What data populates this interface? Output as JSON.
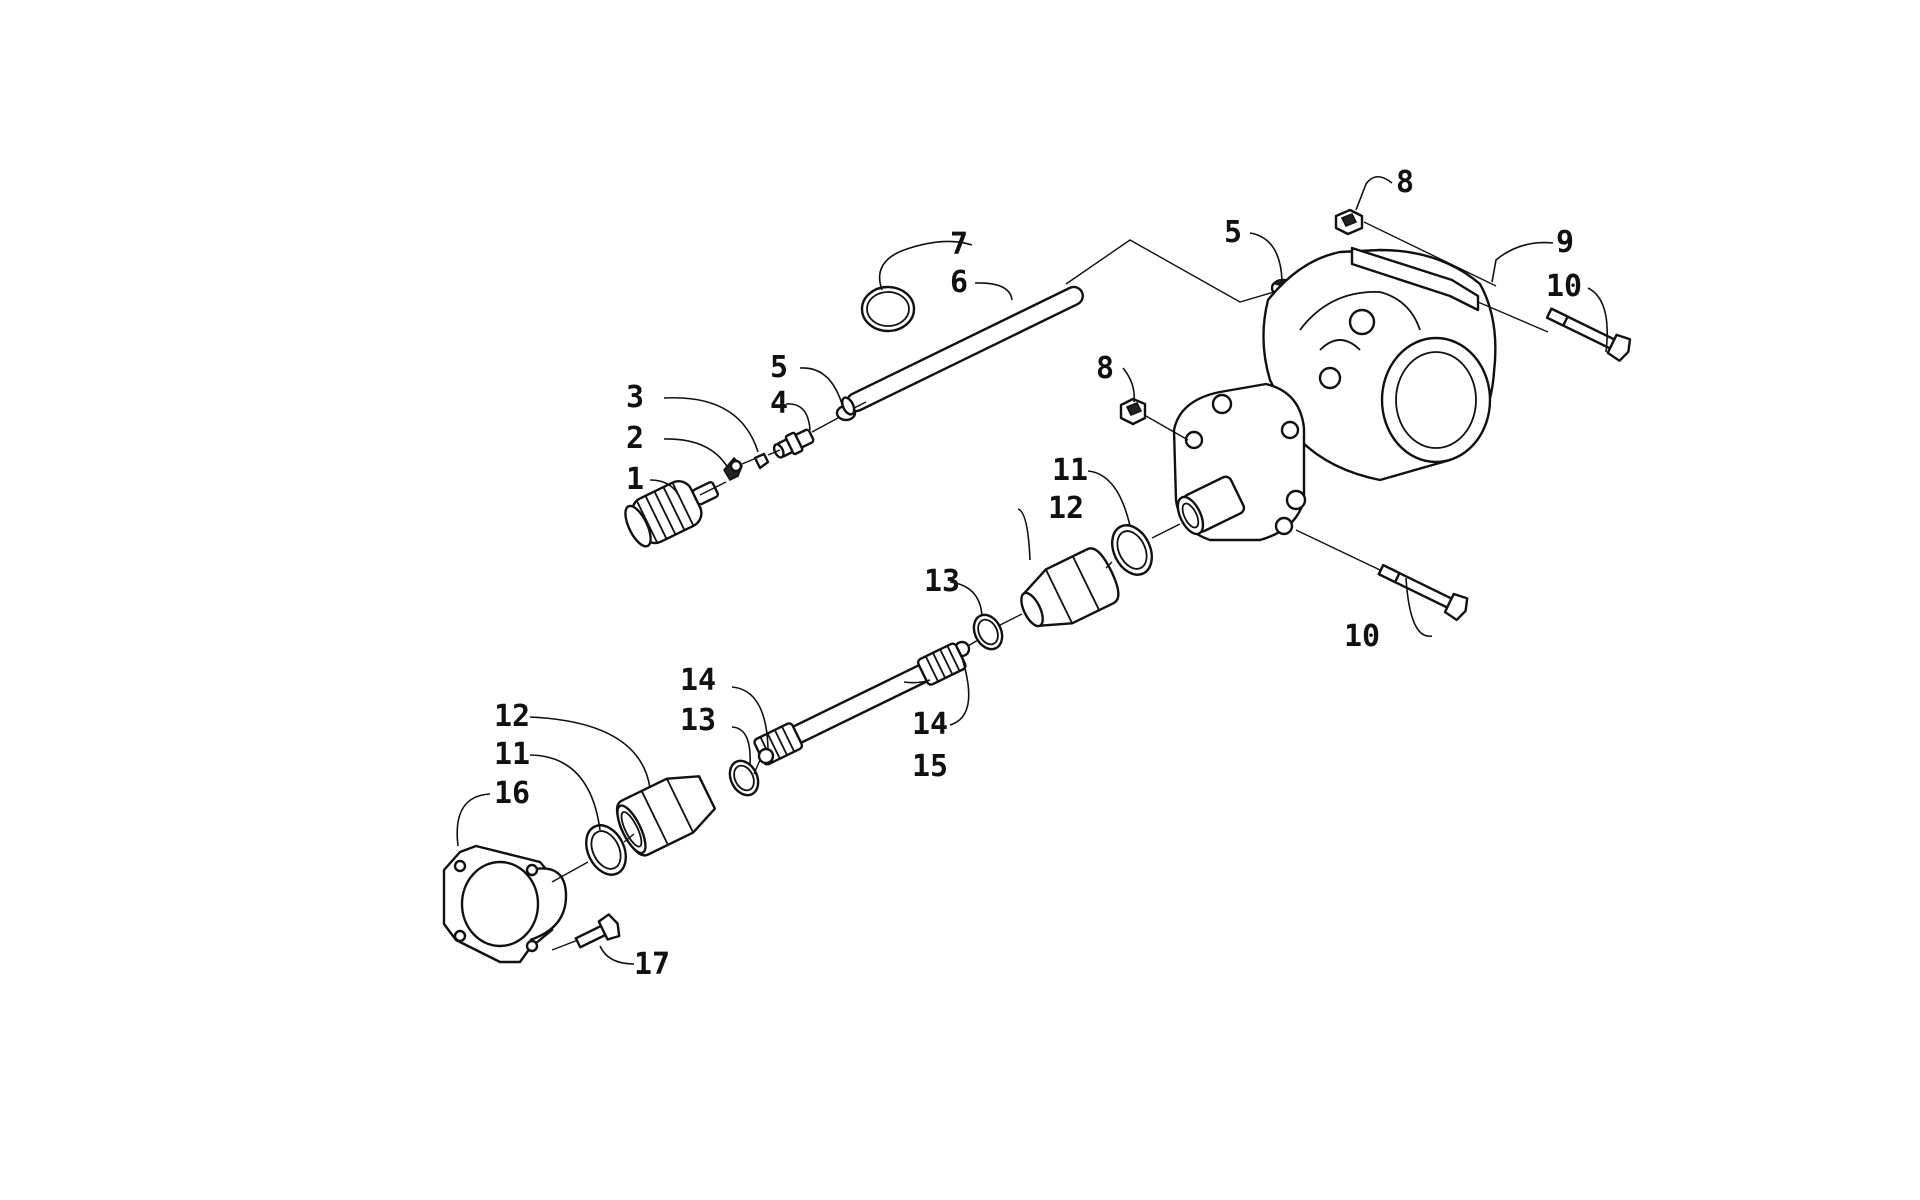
{
  "colors": {
    "background": "#ffffff",
    "ink": "#111111"
  },
  "callouts": [
    {
      "id": "c1",
      "label": "1"
    },
    {
      "id": "c2",
      "label": "2"
    },
    {
      "id": "c3",
      "label": "3"
    },
    {
      "id": "c4",
      "label": "4"
    },
    {
      "id": "c5a",
      "label": "5"
    },
    {
      "id": "c6",
      "label": "6"
    },
    {
      "id": "c7",
      "label": "7"
    },
    {
      "id": "c5b",
      "label": "5"
    },
    {
      "id": "c8a",
      "label": "8"
    },
    {
      "id": "c9",
      "label": "9"
    },
    {
      "id": "c10a",
      "label": "10"
    },
    {
      "id": "c8b",
      "label": "8"
    },
    {
      "id": "c11a",
      "label": "11"
    },
    {
      "id": "c12a",
      "label": "12"
    },
    {
      "id": "c13a",
      "label": "13"
    },
    {
      "id": "c10b",
      "label": "10"
    },
    {
      "id": "c14a",
      "label": "14"
    },
    {
      "id": "c14b",
      "label": "14"
    },
    {
      "id": "c13b",
      "label": "13"
    },
    {
      "id": "c12b",
      "label": "12"
    },
    {
      "id": "c11b",
      "label": "11"
    },
    {
      "id": "c15",
      "label": "15"
    },
    {
      "id": "c16",
      "label": "16"
    },
    {
      "id": "c17",
      "label": "17"
    }
  ]
}
